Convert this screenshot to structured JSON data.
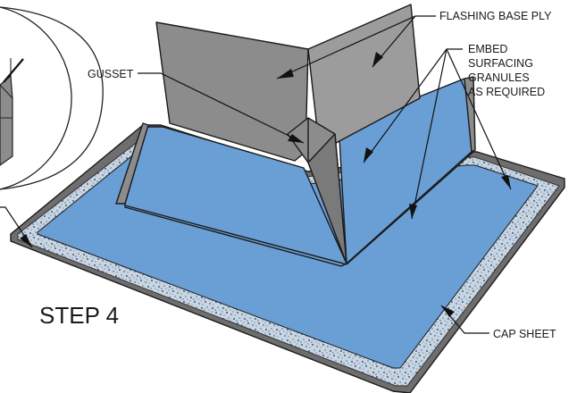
{
  "labels": {
    "flashing_base_ply": "FLASHING BASE PLY",
    "gusset": "GUSSET",
    "embed_line1": "EMBED",
    "embed_line2": "SURFACING",
    "embed_line3": "GRANULES",
    "embed_line4": "AS REQUIRED",
    "cap_sheet": "CAP SHEET",
    "step": "STEP 4"
  },
  "colors": {
    "membrane_blue": "#6a9fd5",
    "flashing_gray": "#8c8c8c",
    "flashing_gray_light": "#9c9c9c",
    "edge_dark": "#6e6e6e",
    "granule_bg": "#c8d5e3",
    "granule_dot": "#1e3550"
  }
}
